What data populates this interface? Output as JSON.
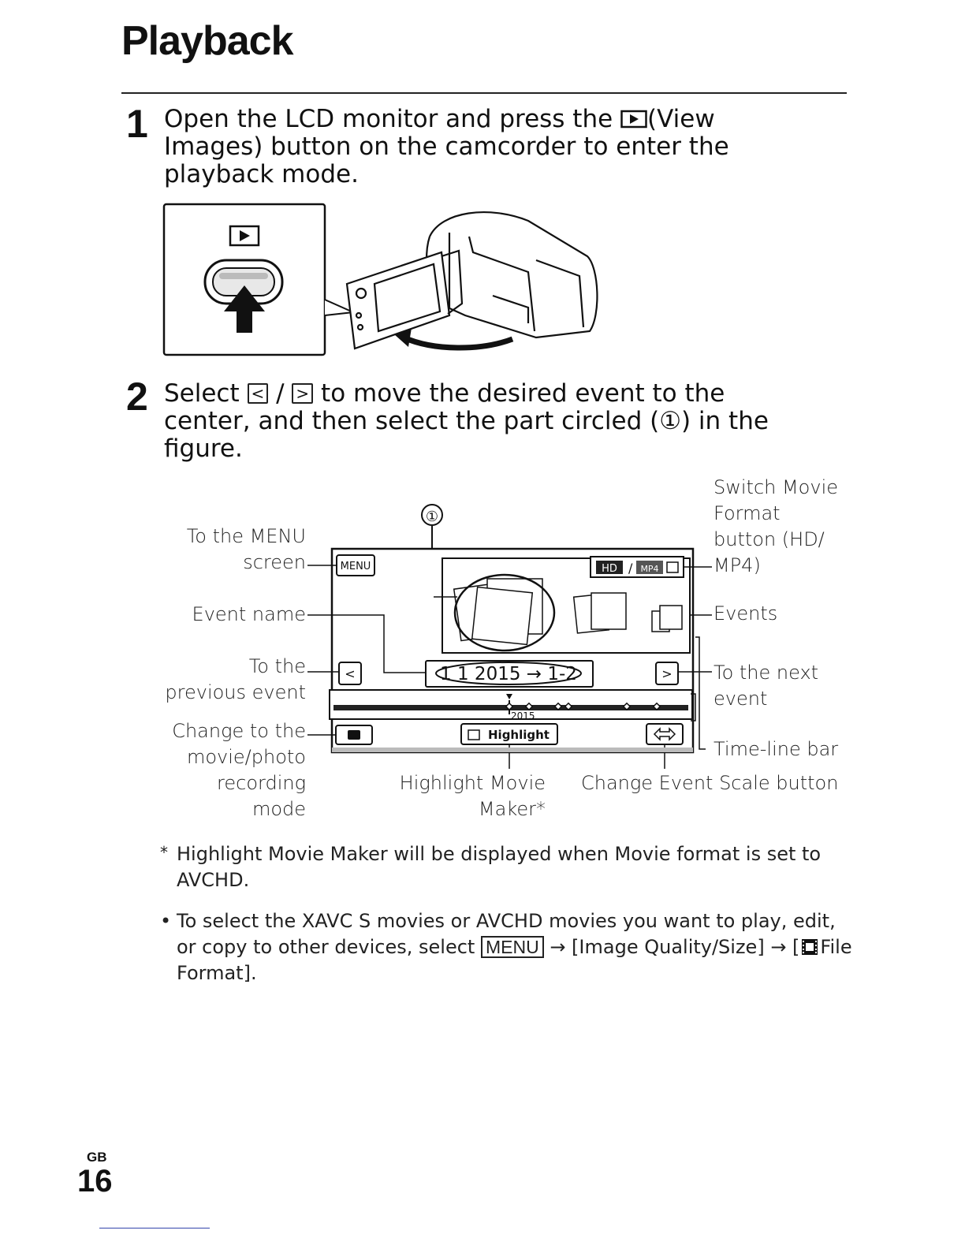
{
  "page": {
    "title": "Playback",
    "region": "GB",
    "page_number": "16"
  },
  "step1": {
    "number": "1",
    "text_before": "Open the LCD monitor and press the ",
    "icon": "play-view-icon",
    "text_after": "(View Images) button on the camcorder to enter the playback mode."
  },
  "step2": {
    "number": "2",
    "text_select": "Select ",
    "prev_key": "<",
    "slash": " / ",
    "next_key": ">",
    "text_rest": " to move the desired event to the center, and then select the part circled (①) in the figure."
  },
  "diagram": {
    "callout_marker": "①",
    "labels": {
      "to_menu": [
        "To the MENU",
        "screen"
      ],
      "event_name": "Event name",
      "to_previous": [
        "To the",
        "previous event"
      ],
      "change_mode": [
        "Change to the",
        "movie/photo",
        "recording",
        "mode"
      ],
      "switch_format": [
        "Switch Movie",
        "Format",
        "button (HD/",
        "MP4)"
      ],
      "events": "Events",
      "to_next": [
        "To the next",
        "event"
      ],
      "timeline_bar": "Time-line bar",
      "highlight_maker": [
        "Highlight Movie",
        "Maker*"
      ],
      "change_scale": "Change Event Scale button"
    },
    "screen": {
      "menu_button": "MENU",
      "format_hd": "HD",
      "format_mp4": "MP4",
      "event_date": "1 1 2015 → 1-2",
      "timeline_year": "2015",
      "highlight_button": "Highlight"
    }
  },
  "footnote": "Highlight Movie Maker will be displayed when Movie format is set to AVCHD.",
  "footnote_mark": "*",
  "bullet": {
    "mark": "•",
    "text_before": "To select the XAVC S movies or AVCHD movies you want to play, edit, or copy to other devices, select ",
    "menu_key": "MENU",
    "text_after": " → [Image Quality/Size] → [",
    "file_icon": "film-icon",
    "text_end": "File Format]."
  }
}
